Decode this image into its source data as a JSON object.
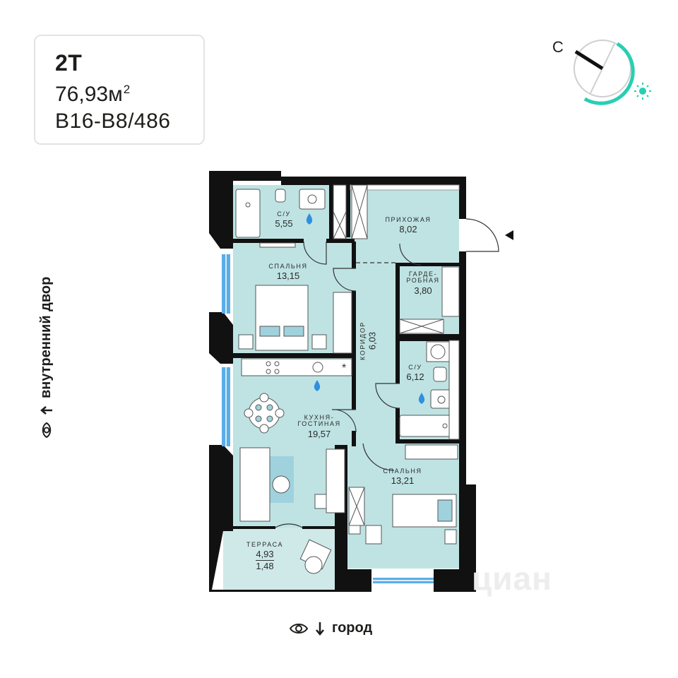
{
  "apartment": {
    "type": "2Т",
    "area": "76,93м",
    "area_unit_sup": "2",
    "code": "В16-В8/486"
  },
  "compass": {
    "letter": "С"
  },
  "views": {
    "side": "внутренний двор",
    "bottom": "город"
  },
  "rooms": {
    "bath1": {
      "name": "С/У",
      "area": "5,55"
    },
    "hall": {
      "name": "ПРИХОЖАЯ",
      "area": "8,02"
    },
    "bedroom1": {
      "name": "СПАЛЬНЯ",
      "area": "13,15"
    },
    "wardrobe": {
      "name1": "ГАРДЕ-",
      "name2": "РОБНАЯ",
      "area": "3,80"
    },
    "corridor": {
      "name": "КОРИДОР",
      "area": "6,03"
    },
    "bath2": {
      "name": "С/У",
      "area": "6,12"
    },
    "kitchen": {
      "name1": "КУХНЯ-",
      "name2": "ГОСТИНАЯ",
      "area": "19,57"
    },
    "bedroom2": {
      "name": "СПАЛЬНЯ",
      "area": "13,21"
    },
    "terrace": {
      "name": "ТЕРРАСА",
      "area": "4,93",
      "reduced_area": "1,48"
    }
  },
  "watermark": "циан",
  "colors": {
    "room_fill": "#bfe3e3",
    "wall": "#111111",
    "window": "#5aaee8",
    "accent": "#27cfb2",
    "water": "#2f8fe0",
    "rug": "#9fd2dc"
  }
}
